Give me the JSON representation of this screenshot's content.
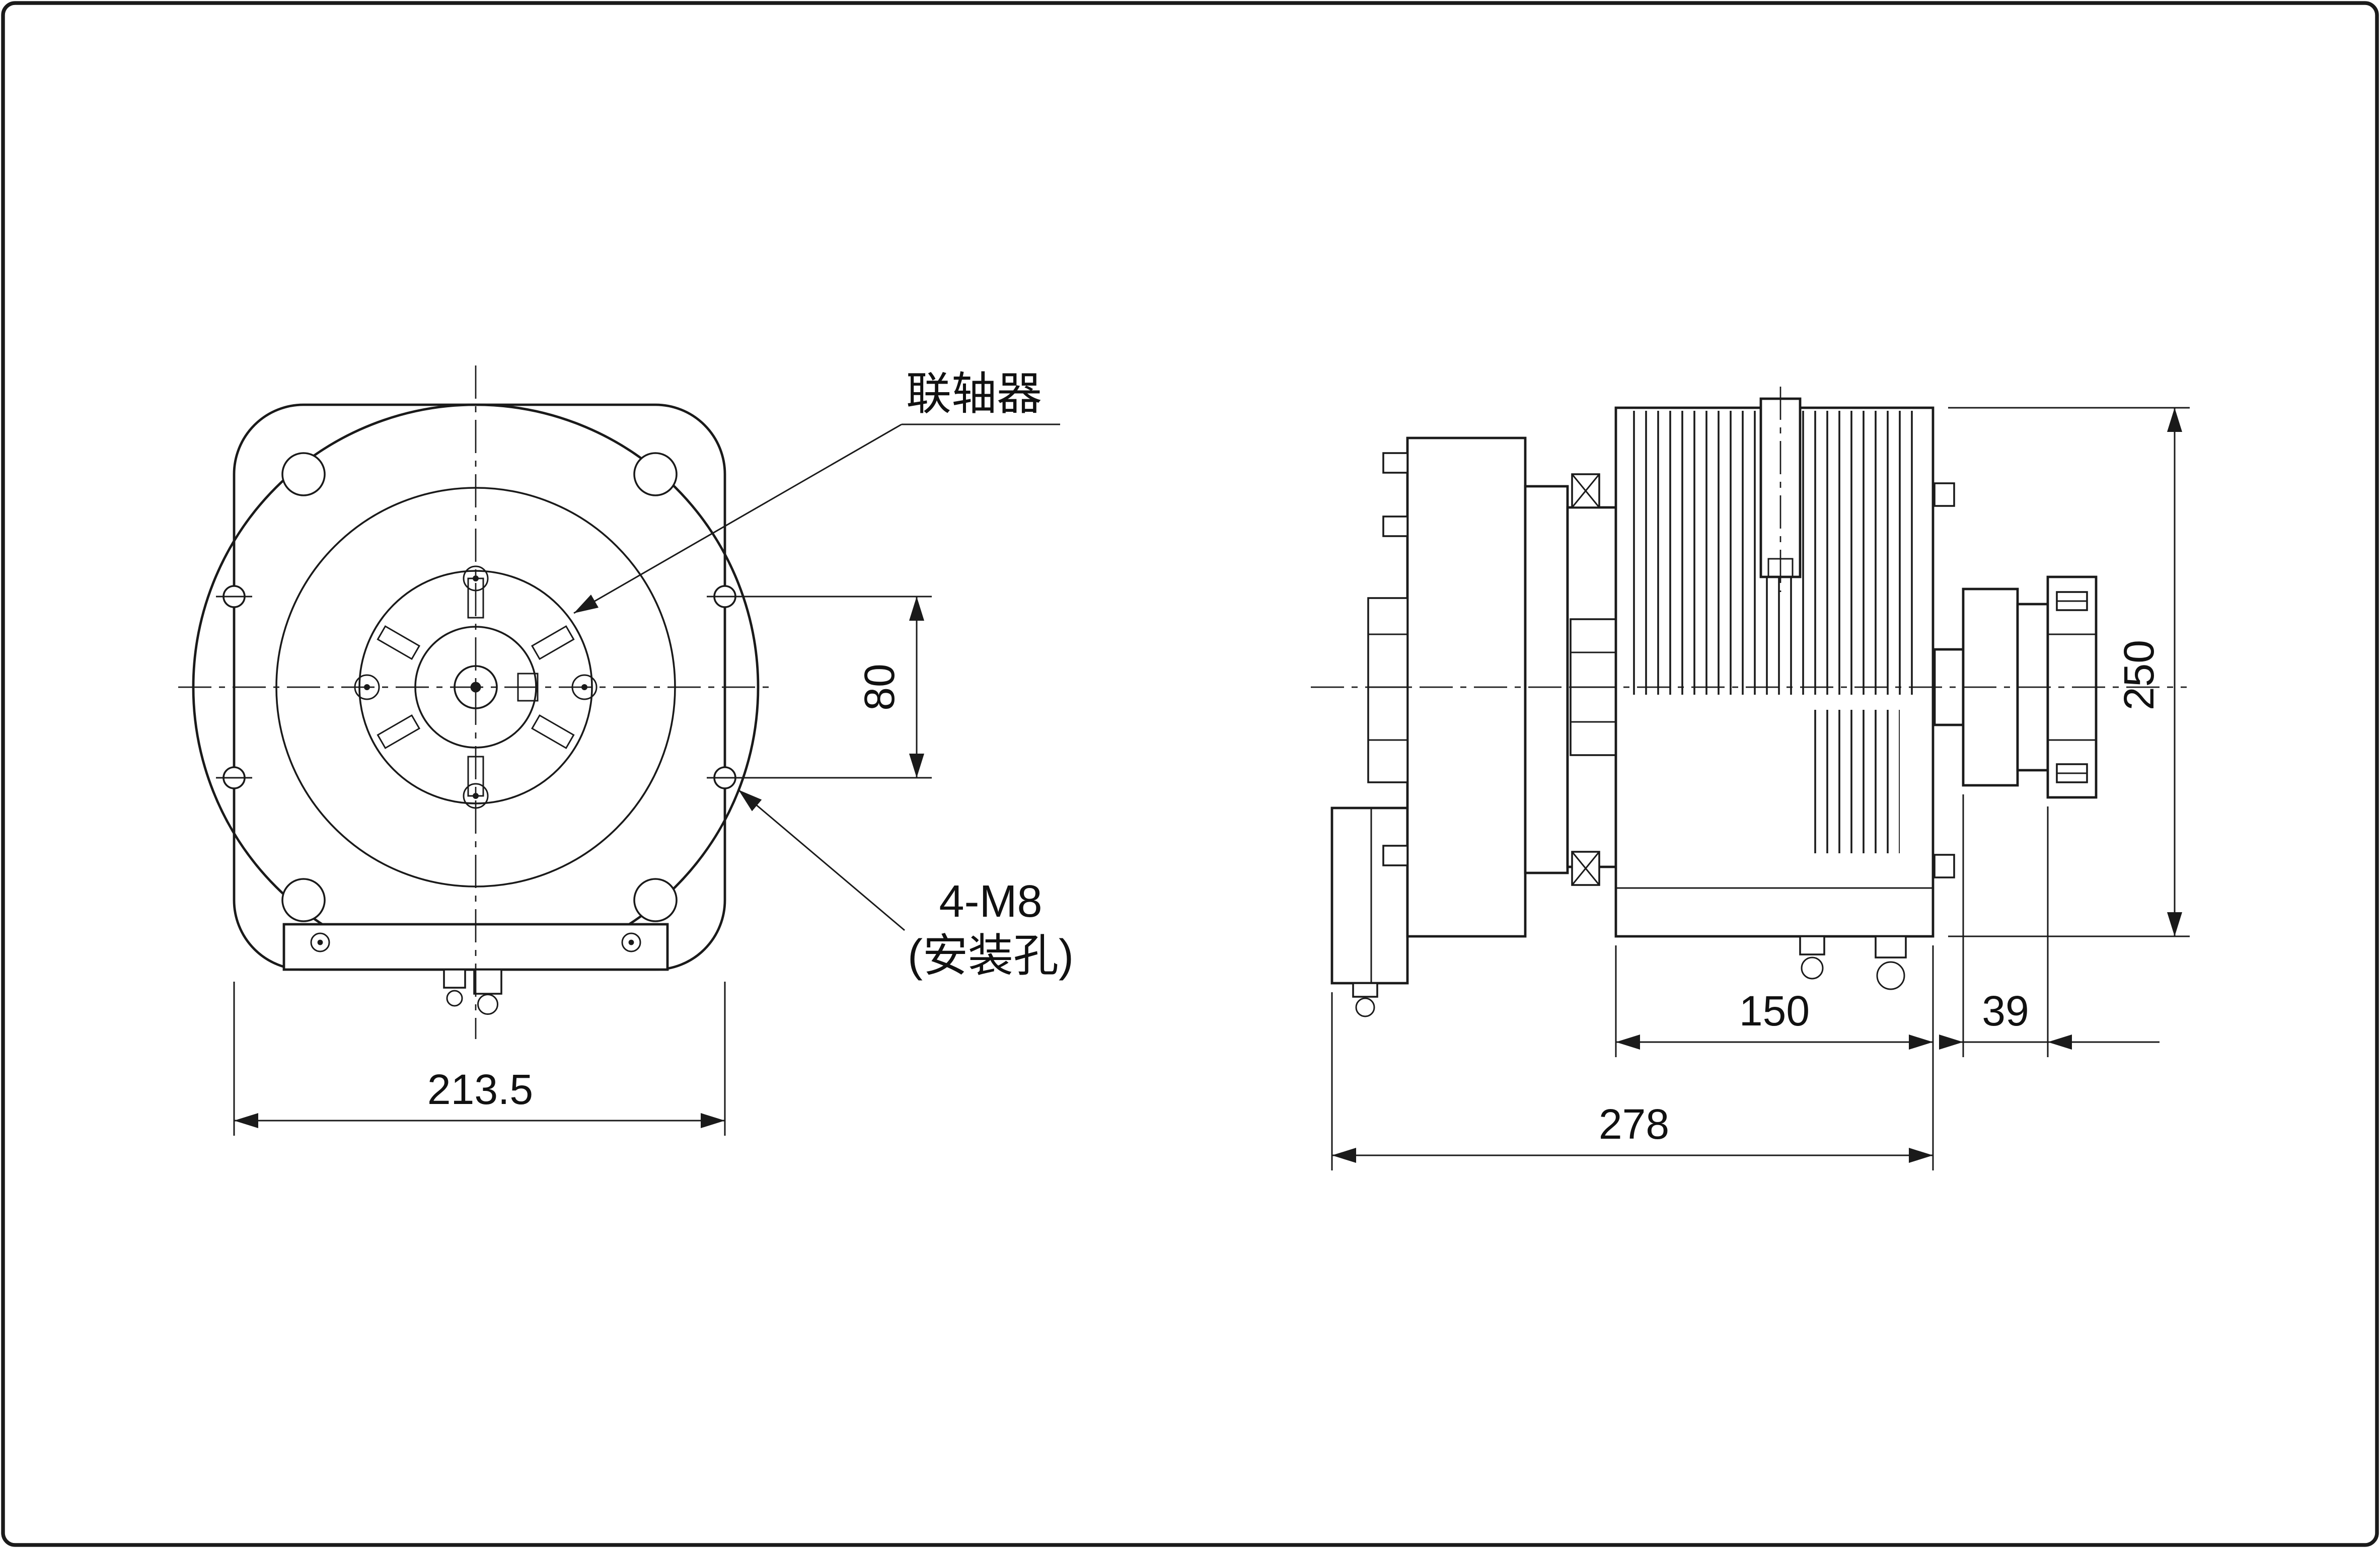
{
  "drawing": {
    "labels": {
      "coupling": "联轴器",
      "mounting_line1": "4-M8",
      "mounting_line2": "(安装孔)"
    },
    "dimensions": {
      "hole_spacing": "80",
      "flange_width": "213.5",
      "overall_height": "250",
      "body_length": "150",
      "coupling_length": "39",
      "overall_length": "278"
    }
  }
}
